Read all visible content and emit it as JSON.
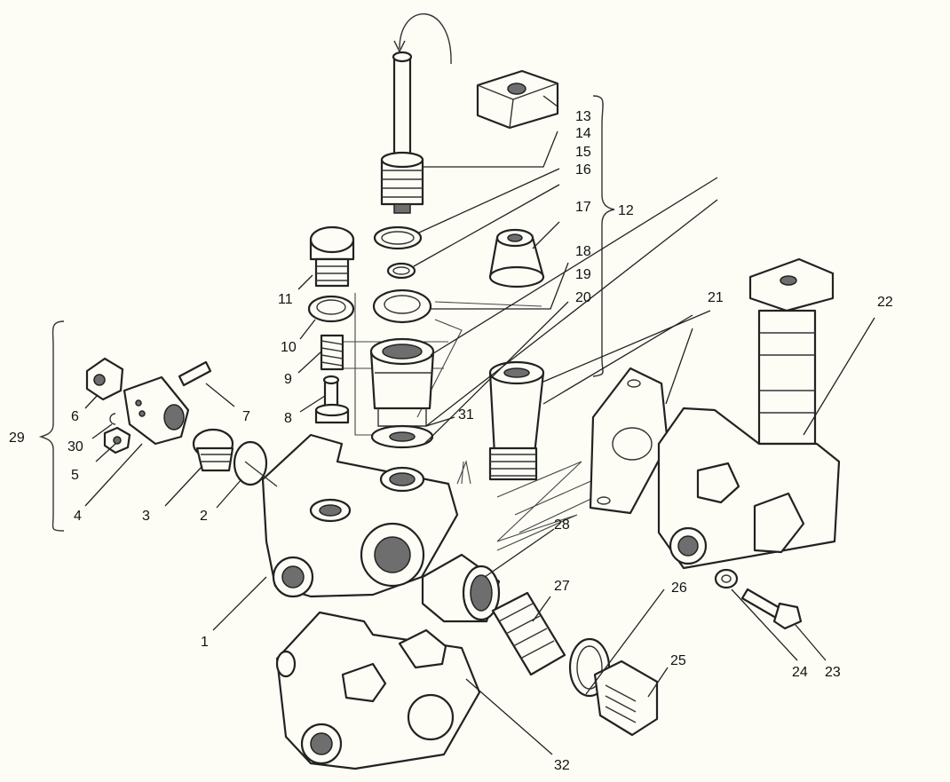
{
  "labels": [
    {
      "id": "p1",
      "text": "1"
    },
    {
      "id": "p2",
      "text": "2"
    },
    {
      "id": "p3",
      "text": "3"
    },
    {
      "id": "p4",
      "text": "4"
    },
    {
      "id": "p5",
      "text": "5"
    },
    {
      "id": "p6",
      "text": "6"
    },
    {
      "id": "p7",
      "text": "7"
    },
    {
      "id": "p8",
      "text": "8"
    },
    {
      "id": "p9",
      "text": "9"
    },
    {
      "id": "p10",
      "text": "10"
    },
    {
      "id": "p11",
      "text": "11"
    },
    {
      "id": "p12",
      "text": "12"
    },
    {
      "id": "p13",
      "text": "13"
    },
    {
      "id": "p14",
      "text": "14"
    },
    {
      "id": "p15",
      "text": "15"
    },
    {
      "id": "p16",
      "text": "16"
    },
    {
      "id": "p17",
      "text": "17"
    },
    {
      "id": "p18",
      "text": "18"
    },
    {
      "id": "p19",
      "text": "19"
    },
    {
      "id": "p20",
      "text": "20"
    },
    {
      "id": "p21",
      "text": "21"
    },
    {
      "id": "p22",
      "text": "22"
    },
    {
      "id": "p23",
      "text": "23"
    },
    {
      "id": "p24",
      "text": "24"
    },
    {
      "id": "p25",
      "text": "25"
    },
    {
      "id": "p26",
      "text": "26"
    },
    {
      "id": "p27",
      "text": "27"
    },
    {
      "id": "p28",
      "text": "28"
    },
    {
      "id": "p29",
      "text": "29"
    },
    {
      "id": "p30",
      "text": "30"
    },
    {
      "id": "p31",
      "text": "31"
    },
    {
      "id": "p32",
      "text": "32"
    }
  ]
}
